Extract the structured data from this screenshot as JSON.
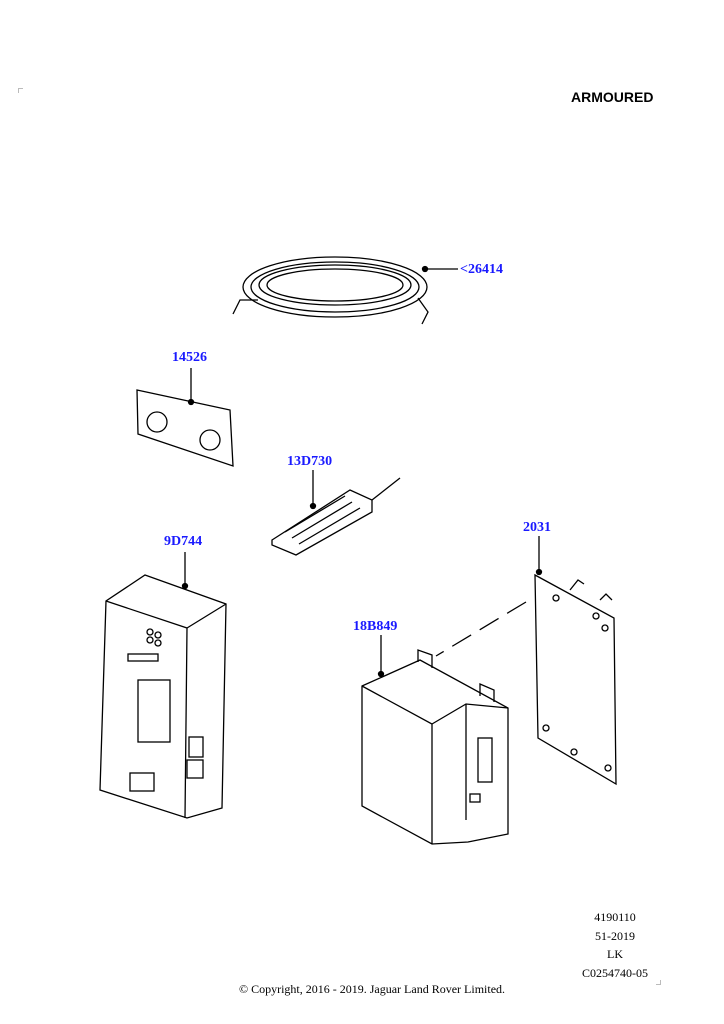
{
  "title": "ARMOURED",
  "callouts": {
    "cable": "<26414",
    "plate": "14526",
    "remote": "13D730",
    "module_left": "9D744",
    "bracket": "2031",
    "module_right": "18B849"
  },
  "meta": {
    "line1": "4190110",
    "line2": "51-2019",
    "line3": "LK",
    "line4": "C0254740-05"
  },
  "copyright": "© Copyright, 2016 - 2019. Jaguar Land Rover Limited.",
  "colors": {
    "callout": "#1a1aff"
  }
}
